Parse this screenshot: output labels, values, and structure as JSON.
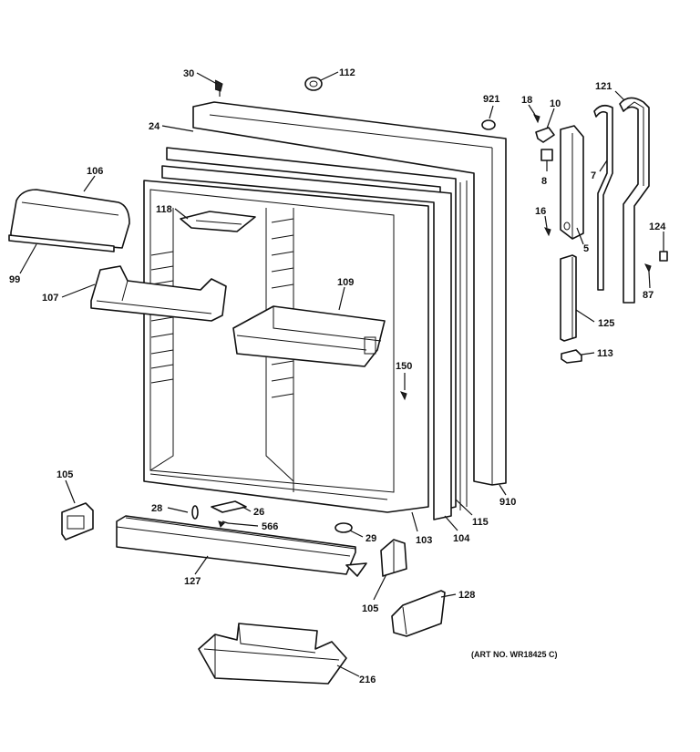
{
  "diagram": {
    "art_number": "(ART NO. WR18425 C)",
    "callouts": {
      "p30": "30",
      "p112": "112",
      "p921": "921",
      "p18": "18",
      "p10": "10",
      "p121": "121",
      "p24": "24",
      "p106": "106",
      "p99": "99",
      "p118": "118",
      "p107": "107",
      "p109": "109",
      "p8": "8",
      "p7": "7",
      "p16": "16",
      "p5": "5",
      "p124": "124",
      "p87": "87",
      "p125": "125",
      "p113": "113",
      "p150": "150",
      "p105a": "105",
      "p28": "28",
      "p26": "26",
      "p566": "566",
      "p29": "29",
      "p103": "103",
      "p104": "104",
      "p115": "115",
      "p910": "910",
      "p127": "127",
      "p105b": "105",
      "p128": "128",
      "p216": "216"
    }
  }
}
